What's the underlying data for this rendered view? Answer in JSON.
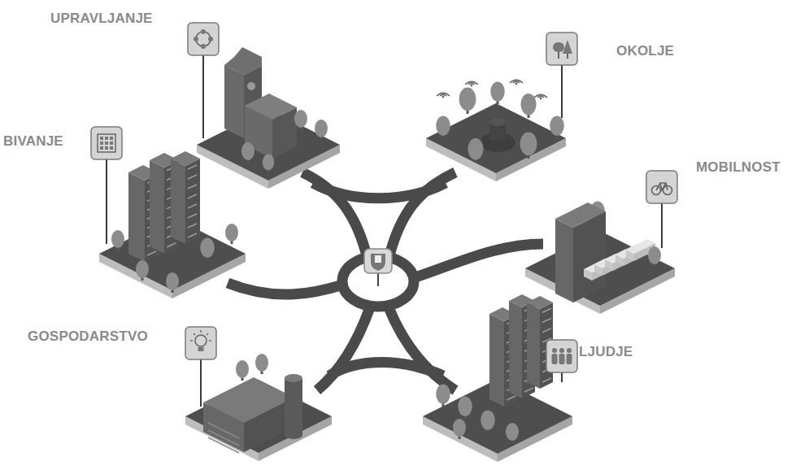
{
  "diagram": {
    "labels": [
      "UPRAVLJANJE",
      "OKOLJE",
      "BIVANJE",
      "MOBILNOST",
      "GOSPODARSTVO",
      "LJUDJE"
    ]
  }
}
